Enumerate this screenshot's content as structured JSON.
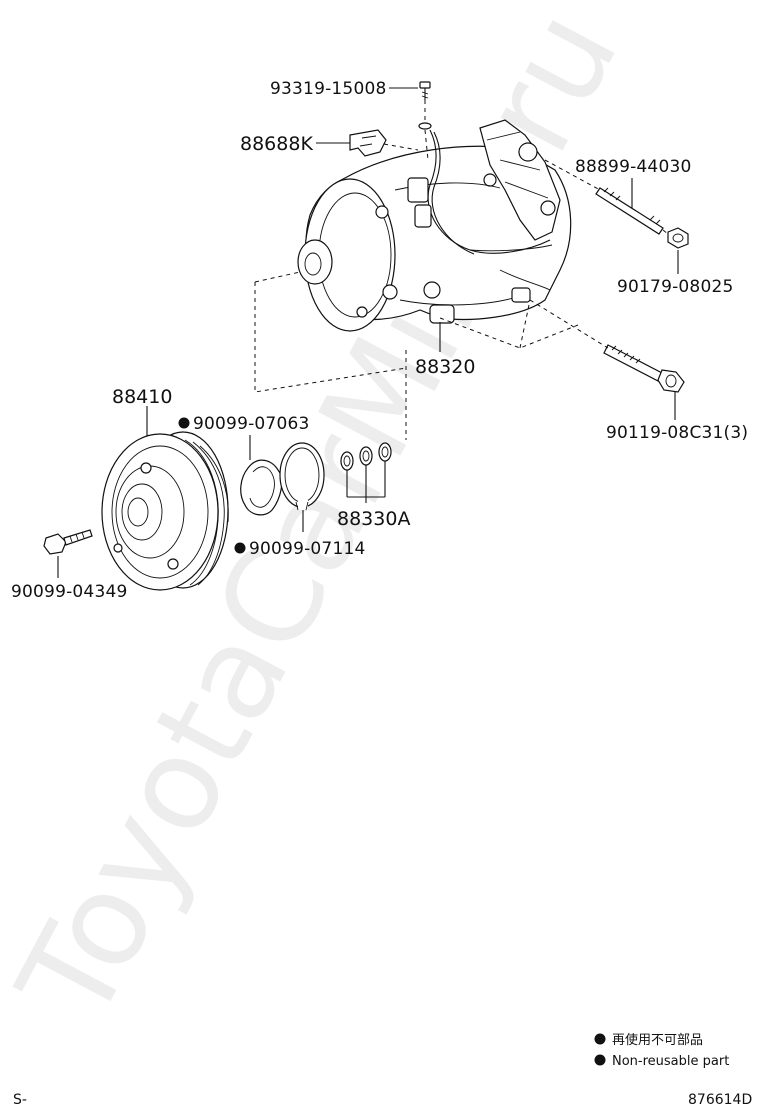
{
  "diagram": {
    "parts": {
      "bolt_top": "93319-15008",
      "bracket": "88688K",
      "stud_bolt": "88899-44030",
      "nut": "90179-08025",
      "compressor": "88320",
      "mount_bolt": "90119-08C31(3)",
      "clutch": "88410",
      "snap_ring_1": "90099-07063",
      "snap_ring_2": "90099-07114",
      "shim_set": "88330A",
      "clutch_bolt": "90099-04349"
    },
    "legend": {
      "line_jp": "再使用不可部品",
      "line_en": "Non-reusable part"
    },
    "footer": {
      "left": "S-",
      "right": "876614D"
    },
    "watermark": "ToyotaCarMine.ru"
  }
}
